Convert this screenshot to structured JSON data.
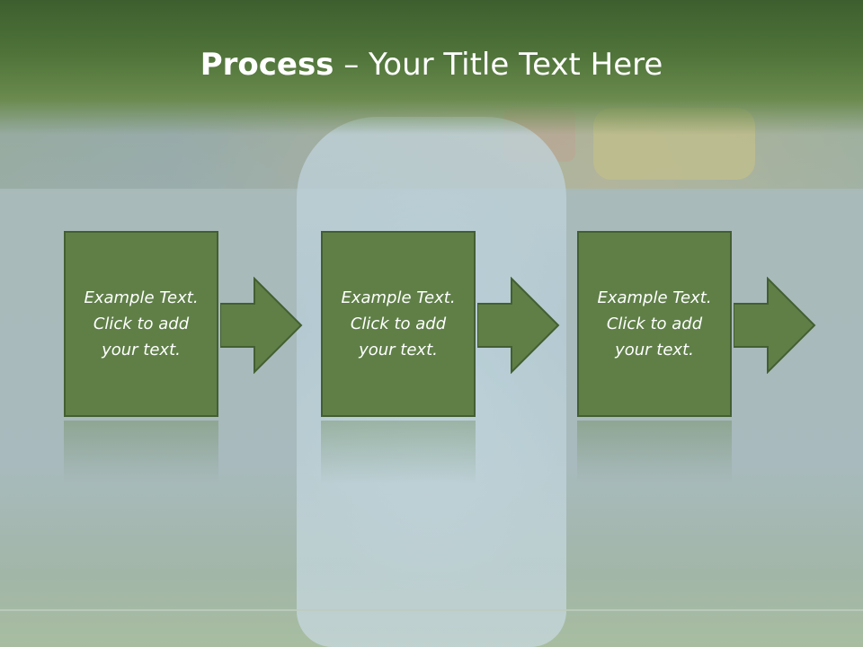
{
  "slide": {
    "title_bold": "Process",
    "title_rest": " – Your Title Text Here"
  },
  "steps": [
    {
      "line1": "Example Text.",
      "line2": "Click  to add",
      "line3": "your text."
    },
    {
      "line1": "Example Text.",
      "line2": "Click  to add",
      "line3": "your text."
    },
    {
      "line1": "Example Text.",
      "line2": "Click  to add",
      "line3": "your text."
    }
  ],
  "colors": {
    "box_fill": "#5f7f47",
    "box_border": "#435f32",
    "title_band": "#4f7339",
    "text": "#ffffff"
  },
  "icons": [
    "right-arrow-icon"
  ]
}
